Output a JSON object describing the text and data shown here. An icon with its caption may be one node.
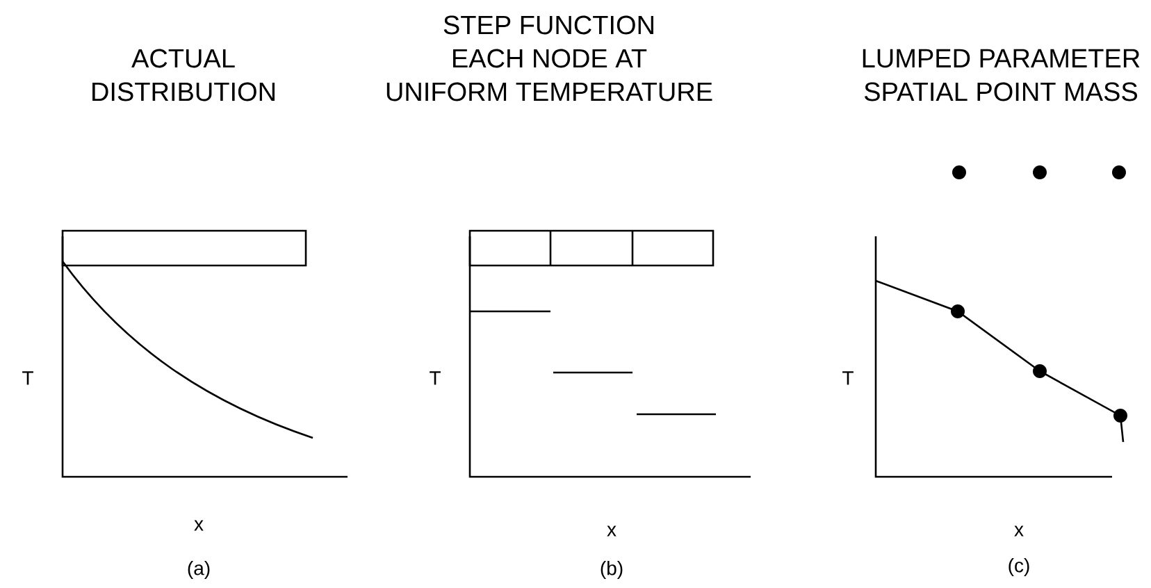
{
  "diagram": {
    "labels": [
      "STEP FUNCTION",
      "ACTUAL",
      "EACH NODE AT",
      "LUMPED PARAMETER",
      "DISTRIBUTION",
      "UNIFORM TEMPERATURE",
      "SPATIAL POINT MASS",
      "T",
      "T",
      "T",
      "x",
      "x",
      "x",
      "(a)",
      "(b)",
      "(c)"
    ]
  }
}
